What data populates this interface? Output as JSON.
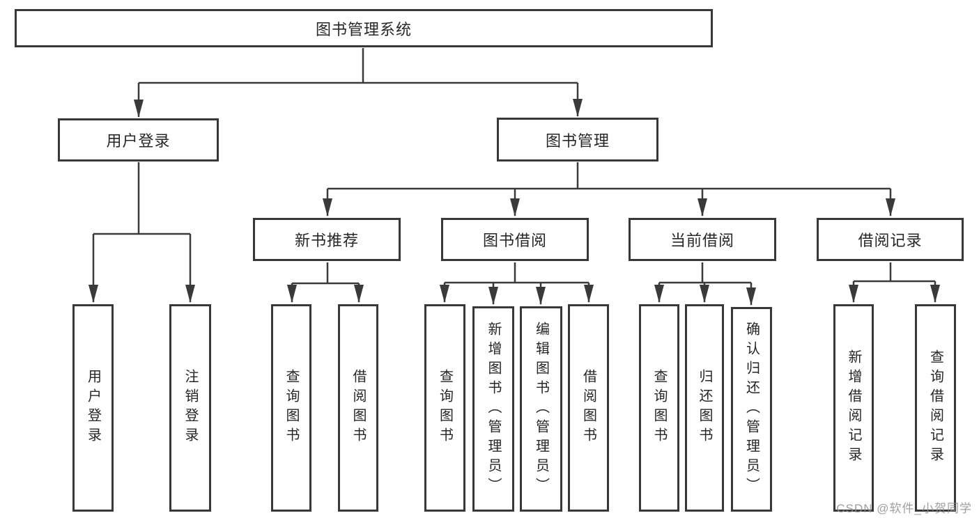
{
  "root": {
    "label": "图书管理系统"
  },
  "level2": [
    {
      "label": "用户登录"
    },
    {
      "label": "图书管理"
    }
  ],
  "level3": [
    {
      "label": "新书推荐"
    },
    {
      "label": "图书借阅"
    },
    {
      "label": "当前借阅"
    },
    {
      "label": "借阅记录"
    }
  ],
  "leaves": [
    {
      "label": "用户登录",
      "parent": "用户登录"
    },
    {
      "label": "注销登录",
      "parent": "用户登录"
    },
    {
      "label": "查询图书",
      "parent": "新书推荐"
    },
    {
      "label": "借阅图书",
      "parent": "新书推荐"
    },
    {
      "label": "查询图书",
      "parent": "图书借阅"
    },
    {
      "label": "新增图书（管理员）",
      "parent": "图书借阅"
    },
    {
      "label": "编辑图书（管理员）",
      "parent": "图书借阅"
    },
    {
      "label": "借阅图书",
      "parent": "图书借阅"
    },
    {
      "label": "查询图书",
      "parent": "当前借阅"
    },
    {
      "label": "归还图书",
      "parent": "当前借阅"
    },
    {
      "label": "确认归还（管理员）",
      "parent": "当前借阅"
    },
    {
      "label": "新增借阅记录",
      "parent": "借阅记录"
    },
    {
      "label": "查询借阅记录",
      "parent": "借阅记录"
    }
  ],
  "tree": {
    "root": "图书管理系统",
    "children": {
      "图书管理系统": [
        "用户登录",
        "图书管理"
      ],
      "用户登录": [
        "用户登录",
        "注销登录"
      ],
      "图书管理": [
        "新书推荐",
        "图书借阅",
        "当前借阅",
        "借阅记录"
      ],
      "新书推荐": [
        "查询图书",
        "借阅图书"
      ],
      "图书借阅": [
        "查询图书",
        "新增图书（管理员）",
        "编辑图书（管理员）",
        "借阅图书"
      ],
      "当前借阅": [
        "查询图书",
        "归还图书",
        "确认归还（管理员）"
      ],
      "借阅记录": [
        "新增借阅记录",
        "查询借阅记录"
      ]
    }
  },
  "watermark": "CSDN @软件_小贺同学",
  "colors": {
    "line": "#3a3a3a",
    "box_border": "#383838",
    "text": "#262626",
    "watermark": "#8e8e8e",
    "background": "#ffffff"
  }
}
